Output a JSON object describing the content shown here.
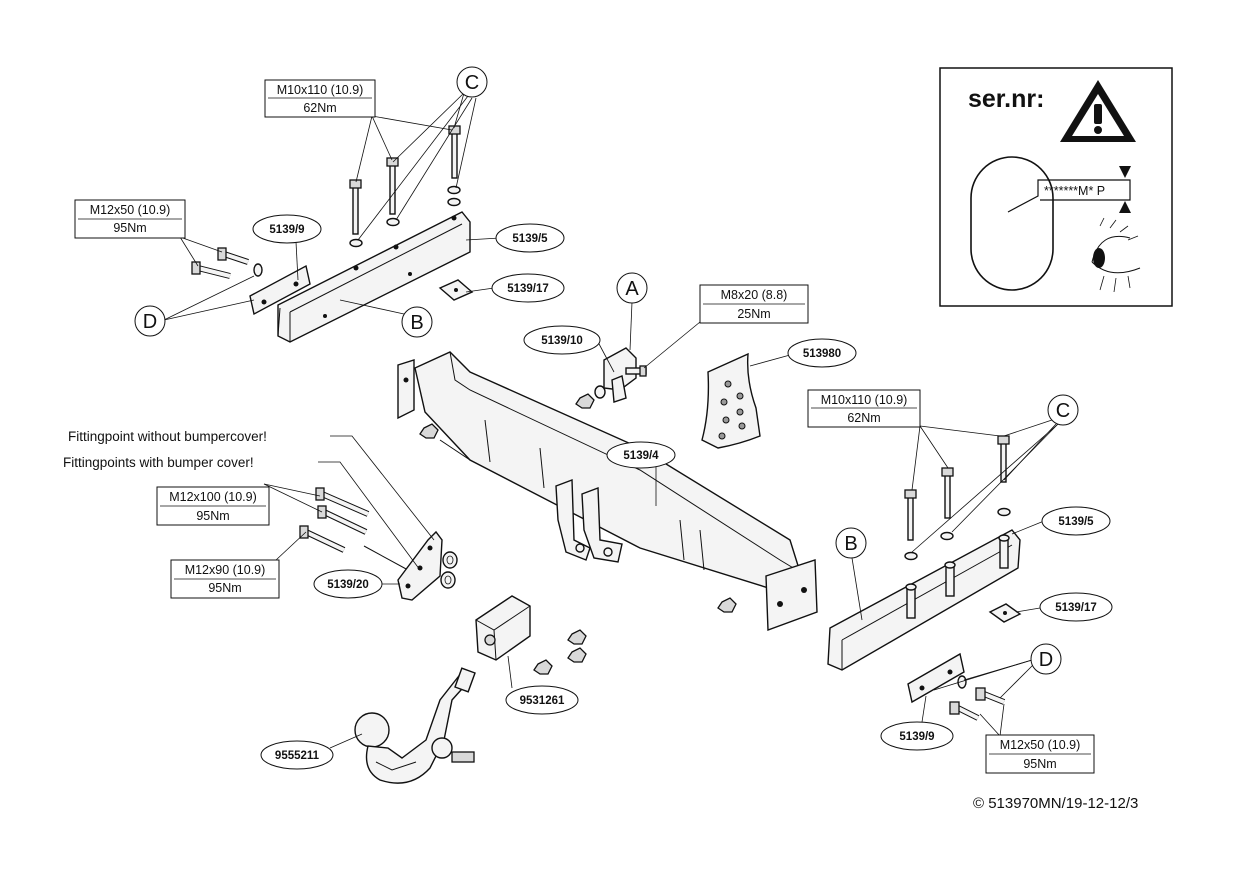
{
  "specs": {
    "top_c_bolt": [
      "M10x110 (10.9)",
      "62Nm"
    ],
    "left_d_bolt": [
      "M12x50 (10.9)",
      "95Nm"
    ],
    "a_bolt": [
      "M8x20 (8.8)",
      "25Nm"
    ],
    "right_c_bolt": [
      "M10x110 (10.9)",
      "62Nm"
    ],
    "bumper_bolt_long": [
      "M12x100 (10.9)",
      "95Nm"
    ],
    "bumper_bolt_short": [
      "M12x90 (10.9)",
      "95Nm"
    ],
    "right_d_bolt": [
      "M12x50 (10.9)",
      "95Nm"
    ]
  },
  "parts": {
    "p5139_9_left": "5139/9",
    "p5139_5_left": "5139/5",
    "p5139_17_left": "5139/17",
    "p5139_10": "5139/10",
    "p513980": "513980",
    "p5139_4": "5139/4",
    "p5139_20": "5139/20",
    "p5139_5_right": "5139/5",
    "p5139_17_right": "5139/17",
    "p9531261": "9531261",
    "p9555211": "9555211",
    "p5139_9_right": "5139/9"
  },
  "letters": {
    "c_top": "C",
    "d_left": "D",
    "b_left": "B",
    "a": "A",
    "c_right": "C",
    "b_right": "B",
    "d_right": "D"
  },
  "notes": {
    "fitting_without": "Fittingpoint without bumpercover!",
    "fitting_with": "Fittingpoints with bumper cover!"
  },
  "serial_box": {
    "title": "ser.nr:",
    "code": "*******M* P"
  },
  "footer": {
    "copyright": "© 513970MN/19-12-12/3"
  }
}
